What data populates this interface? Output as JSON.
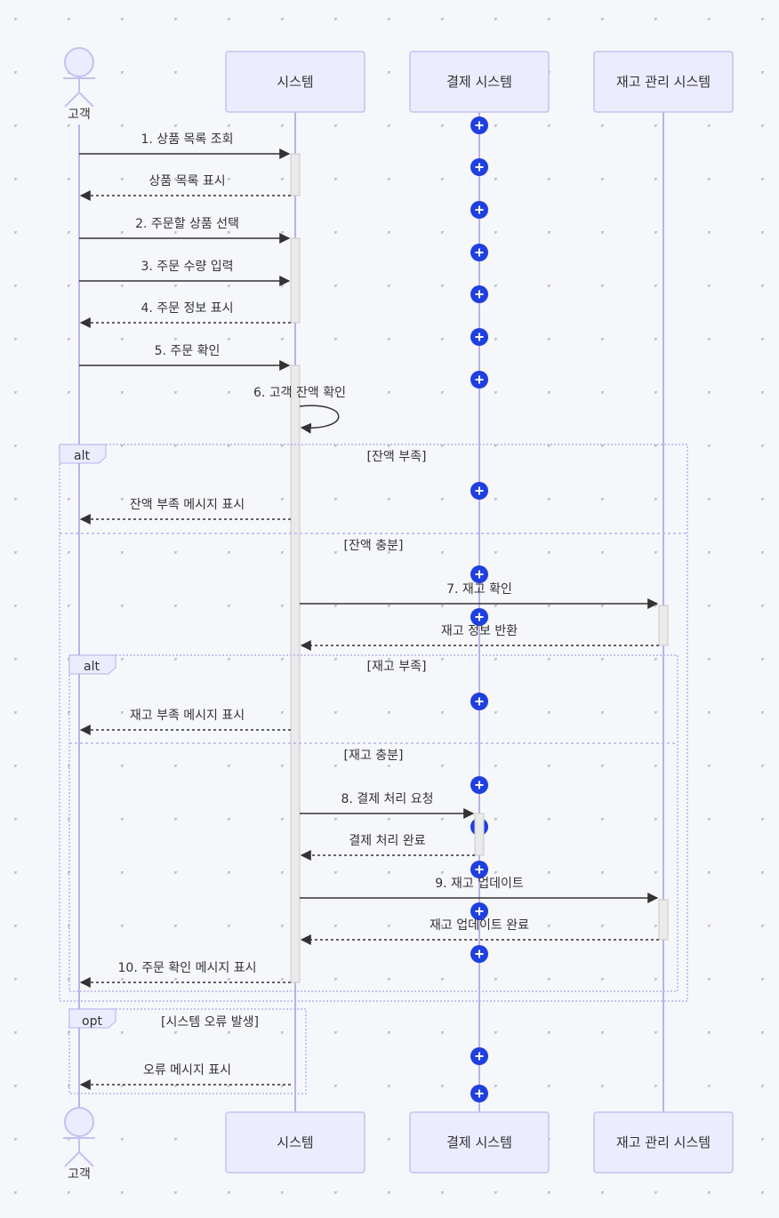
{
  "colors": {
    "background": "#f6f7fb",
    "dot": "#c4c4cc",
    "participant_fill": "#ececff",
    "participant_stroke": "#c6c0f0",
    "lifeline": "#b8b2ec",
    "arrow": "#333333",
    "activation_fill": "#eaeaea",
    "activation_stroke": "#c8c8c8",
    "fragment_stroke": "#b8b2ec",
    "plus_marker": "#1f3fe0"
  },
  "participants": [
    {
      "id": "customer",
      "label": "고객",
      "kind": "actor"
    },
    {
      "id": "system",
      "label": "시스템",
      "kind": "box"
    },
    {
      "id": "payment",
      "label": "결제 시스템",
      "kind": "box"
    },
    {
      "id": "inventory",
      "label": "재고 관리 시스템",
      "kind": "box"
    }
  ],
  "messages": [
    {
      "from": "customer",
      "to": "system",
      "text": "1. 상품 목록 조회",
      "style": "solid"
    },
    {
      "from": "system",
      "to": "customer",
      "text": "상품 목록 표시",
      "style": "dashed"
    },
    {
      "from": "customer",
      "to": "system",
      "text": "2. 주문할 상품 선택",
      "style": "solid"
    },
    {
      "from": "customer",
      "to": "system",
      "text": "3. 주문 수량 입력",
      "style": "solid"
    },
    {
      "from": "system",
      "to": "customer",
      "text": "4. 주문 정보 표시",
      "style": "dashed"
    },
    {
      "from": "customer",
      "to": "system",
      "text": "5. 주문 확인",
      "style": "solid"
    },
    {
      "from": "system",
      "to": "system",
      "text": "6. 고객 잔액 확인",
      "style": "self"
    },
    {
      "from": "system",
      "to": "customer",
      "text": "잔액 부족 메시지 표시",
      "style": "dashed"
    },
    {
      "from": "system",
      "to": "inventory",
      "text": "7. 재고 확인",
      "style": "solid"
    },
    {
      "from": "inventory",
      "to": "system",
      "text": "재고 정보 반환",
      "style": "dashed"
    },
    {
      "from": "system",
      "to": "customer",
      "text": "재고 부족 메시지 표시",
      "style": "dashed"
    },
    {
      "from": "system",
      "to": "payment",
      "text": "8. 결제 처리 요청",
      "style": "solid"
    },
    {
      "from": "payment",
      "to": "system",
      "text": "결제 처리 완료",
      "style": "dashed"
    },
    {
      "from": "system",
      "to": "inventory",
      "text": "9. 재고 업데이트",
      "style": "solid"
    },
    {
      "from": "inventory",
      "to": "system",
      "text": "재고 업데이트 완료",
      "style": "dashed"
    },
    {
      "from": "system",
      "to": "customer",
      "text": "10. 주문 확인 메시지 표시",
      "style": "dashed"
    },
    {
      "from": "system",
      "to": "customer",
      "text": "오류 메시지 표시",
      "style": "dashed"
    }
  ],
  "fragments": [
    {
      "kind": "alt",
      "sections": [
        "[잔액 부족]",
        "[잔액 충분]"
      ]
    },
    {
      "kind": "alt",
      "sections": [
        "[재고 부족]",
        "[재고 충분]"
      ]
    },
    {
      "kind": "opt",
      "sections": [
        "[시스템 오류 발생]"
      ]
    }
  ]
}
